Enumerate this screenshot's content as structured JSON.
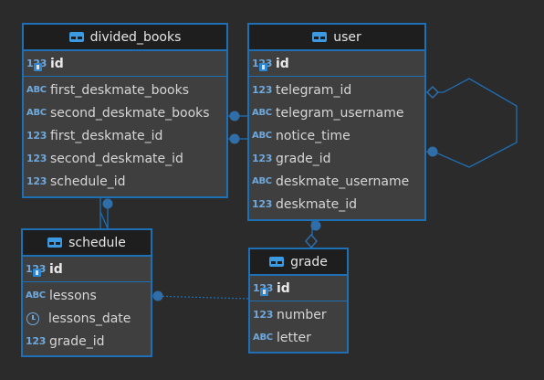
{
  "entities": {
    "divided_books": {
      "title": "divided_books",
      "pk": {
        "type": "123",
        "name": "id"
      },
      "columns": [
        {
          "type": "ABC",
          "name": "first_deskmate_books"
        },
        {
          "type": "ABC",
          "name": "second_deskmate_books"
        },
        {
          "type": "123",
          "name": "first_deskmate_id"
        },
        {
          "type": "123",
          "name": "second_deskmate_id"
        },
        {
          "type": "123",
          "name": "schedule_id"
        }
      ]
    },
    "user": {
      "title": "user",
      "pk": {
        "type": "123",
        "name": "id"
      },
      "columns": [
        {
          "type": "123",
          "name": "telegram_id"
        },
        {
          "type": "ABC",
          "name": "telegram_username"
        },
        {
          "type": "ABC",
          "name": "notice_time"
        },
        {
          "type": "123",
          "name": "grade_id"
        },
        {
          "type": "ABC",
          "name": "deskmate_username"
        },
        {
          "type": "123",
          "name": "deskmate_id"
        }
      ]
    },
    "schedule": {
      "title": "schedule",
      "pk": {
        "type": "123",
        "name": "id"
      },
      "columns": [
        {
          "type": "ABC",
          "name": "lessons"
        },
        {
          "type": "clock-icon",
          "name": "lessons_date"
        },
        {
          "type": "123",
          "name": "grade_id"
        }
      ]
    },
    "grade": {
      "title": "grade",
      "pk": {
        "type": "123",
        "name": "id"
      },
      "columns": [
        {
          "type": "123",
          "name": "number"
        },
        {
          "type": "ABC",
          "name": "letter"
        }
      ]
    }
  },
  "relationships": [
    {
      "from": "divided_books.second_deskmate_books",
      "to": "user.telegram_username"
    },
    {
      "from": "divided_books.first_deskmate_id",
      "to": "user.notice_time"
    },
    {
      "from": "divided_books.schedule_id",
      "to": "schedule.id"
    },
    {
      "from": "user.deskmate_id",
      "to": "user.telegram_id"
    },
    {
      "from": "user.deskmate_id",
      "to": "grade.id"
    },
    {
      "from": "schedule.lessons",
      "to": "grade.id"
    }
  ],
  "colors": {
    "background": "#2b2b2b",
    "entity_fill": "#3f3f3f",
    "header_fill": "#1e1e1e",
    "border": "#1f6fb5",
    "type_icon": "#6fa8dc"
  }
}
